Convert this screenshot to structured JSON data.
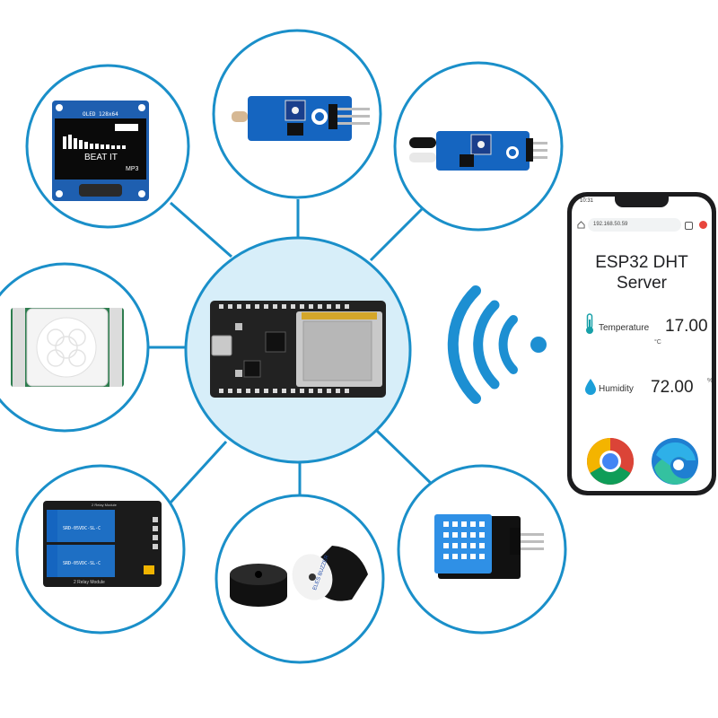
{
  "oled": {
    "line1": "OLED 128x64",
    "line2": "BEAT IT",
    "corner": "MP3"
  },
  "relay": {
    "title": "2 Relay Module",
    "footer": "2 Relay Module",
    "relay_text": "SRD-05VDC-SL-C"
  },
  "buzzer": {
    "label": "ELES BUZZER"
  },
  "phone": {
    "status_time": "10:31",
    "url": "192.168.50.59",
    "page_title_1": "ESP32 DHT",
    "page_title_2": "Server",
    "temperature_label": "Temperature",
    "temperature_value": "17.00",
    "temperature_unit": "°C",
    "humidity_label": "Humidity",
    "humidity_value": "72.00",
    "humidity_unit": "%"
  },
  "colors": {
    "ring": "#1a8fc9",
    "hub_fill": "#d7eef9",
    "wifi": "#1d8fd2",
    "pcb_blue": "#1565c0",
    "dht_blue": "#2f90e6"
  },
  "icons": [
    "wifi-signal-icon",
    "thermometer-icon",
    "water-drop-icon",
    "chrome-logo-icon",
    "edge-logo-icon",
    "home-icon"
  ]
}
